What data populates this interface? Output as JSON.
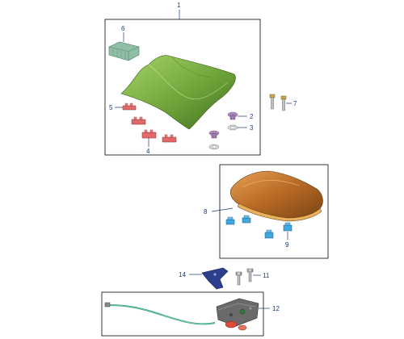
{
  "callouts": {
    "c1": "1",
    "c2": "2",
    "c3": "3",
    "c4": "4",
    "c5": "5",
    "c6": "6",
    "c7": "7",
    "c8": "8",
    "c9": "9",
    "c11": "11",
    "c12": "12",
    "c14": "14"
  },
  "colors": {
    "seat_green": "#7cb342",
    "cover_orange": "#c7782a",
    "clip_red": "#e06a6a",
    "clip_blue": "#3fa8e0",
    "bracket_blue": "#2c3e8c",
    "cable_green": "#3aa57a",
    "callout_blue": "#1c3a74"
  },
  "icons": [
    "seat-part",
    "seat-cowl-part",
    "fastener-part",
    "lock-part",
    "cable-part"
  ]
}
